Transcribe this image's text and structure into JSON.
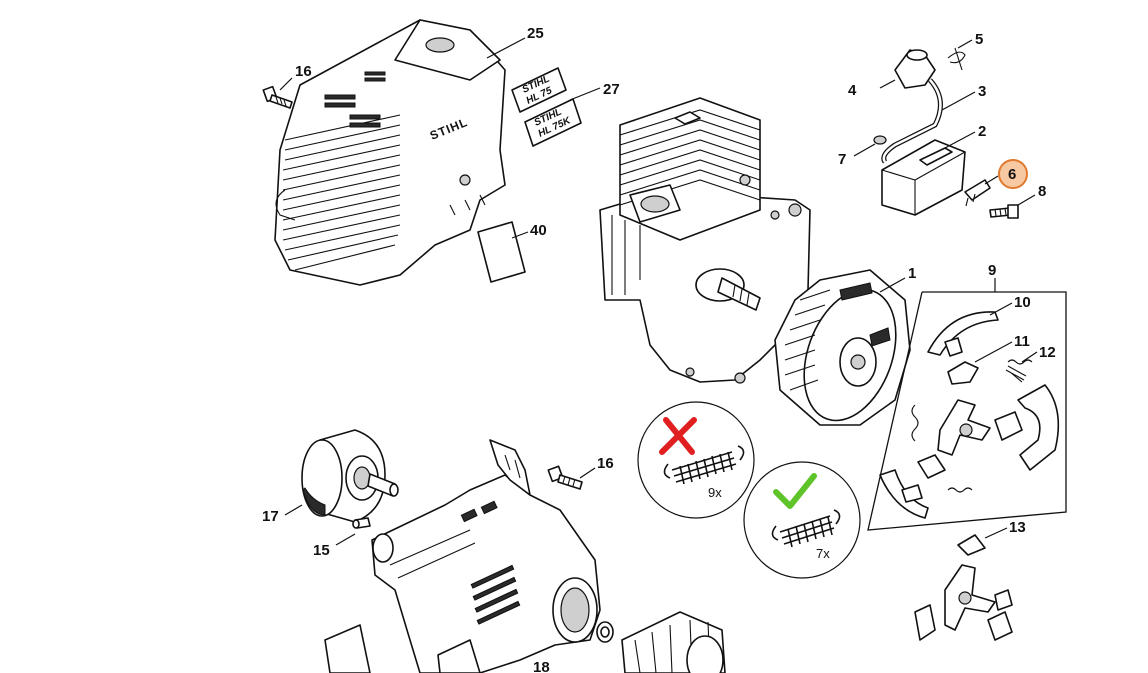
{
  "diagram": {
    "callouts": {
      "c1": "1",
      "c2": "2",
      "c3": "3",
      "c4": "4",
      "c5": "5",
      "c6": "6",
      "c7": "7",
      "c8": "8",
      "c9": "9",
      "c10": "10",
      "c11": "11",
      "c12": "12",
      "c13": "13",
      "c15": "15",
      "c16a": "16",
      "c16b": "16",
      "c17": "17",
      "c18": "18",
      "c25": "25",
      "c27": "27",
      "c40": "40"
    },
    "highlighted_part": "6",
    "decals": {
      "model_a": "STIHL HL 75",
      "model_a_line1": "STIHL",
      "model_a_line2": "HL 75",
      "model_b_line1": "STIHL",
      "model_b_line2": "HL 75K",
      "brand": "STIHL"
    },
    "spring_notes": {
      "wrong_qty": "9x",
      "right_qty": "7x"
    },
    "colors": {
      "highlight_fill": "#f7c9a3",
      "highlight_stroke": "#e07a2e",
      "wrong_mark": "#e02020",
      "right_mark": "#5ec42a",
      "line": "#111111"
    }
  }
}
